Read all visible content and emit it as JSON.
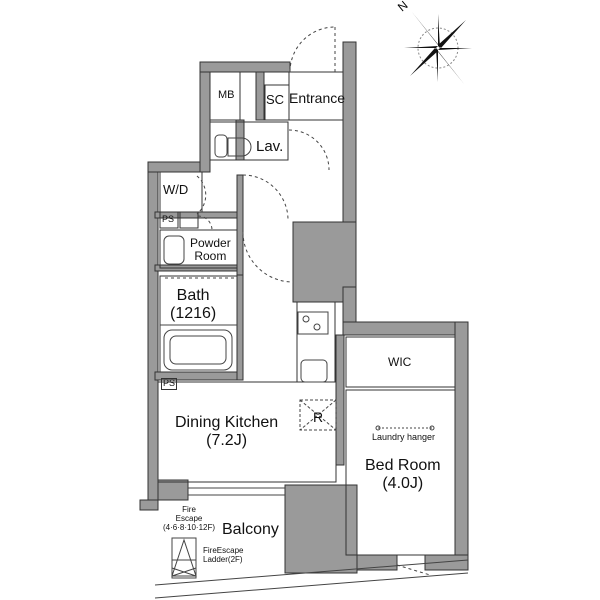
{
  "plan": {
    "wall_color": "#9a9a9a",
    "line_color": "#333333",
    "compass": {
      "north_label": "N"
    },
    "rooms": {
      "mb": "MB",
      "sc": "SC",
      "entrance": "Entrance",
      "lav": "Lav.",
      "wd": "W/D",
      "ps_upper": "PS",
      "powder_line1": "Powder",
      "powder_line2": "Room",
      "bath_line1": "Bath",
      "bath_line2": "(1216)",
      "ps_lower": "PS",
      "dining_line1": "Dining Kitchen",
      "dining_line2": "(7.2J)",
      "fridge": "R",
      "wic": "WIC",
      "laundry": "Laundry hanger",
      "bed_line1": "Bed Room",
      "bed_line2": "(4.0J)",
      "balcony": "Balcony",
      "fire_line1": "Fire",
      "fire_line2": "Escape",
      "fire_line3": "(4·6·8·10·12F)",
      "ladder_line1": "FireEscape",
      "ladder_line2": "Ladder(2F)"
    }
  }
}
